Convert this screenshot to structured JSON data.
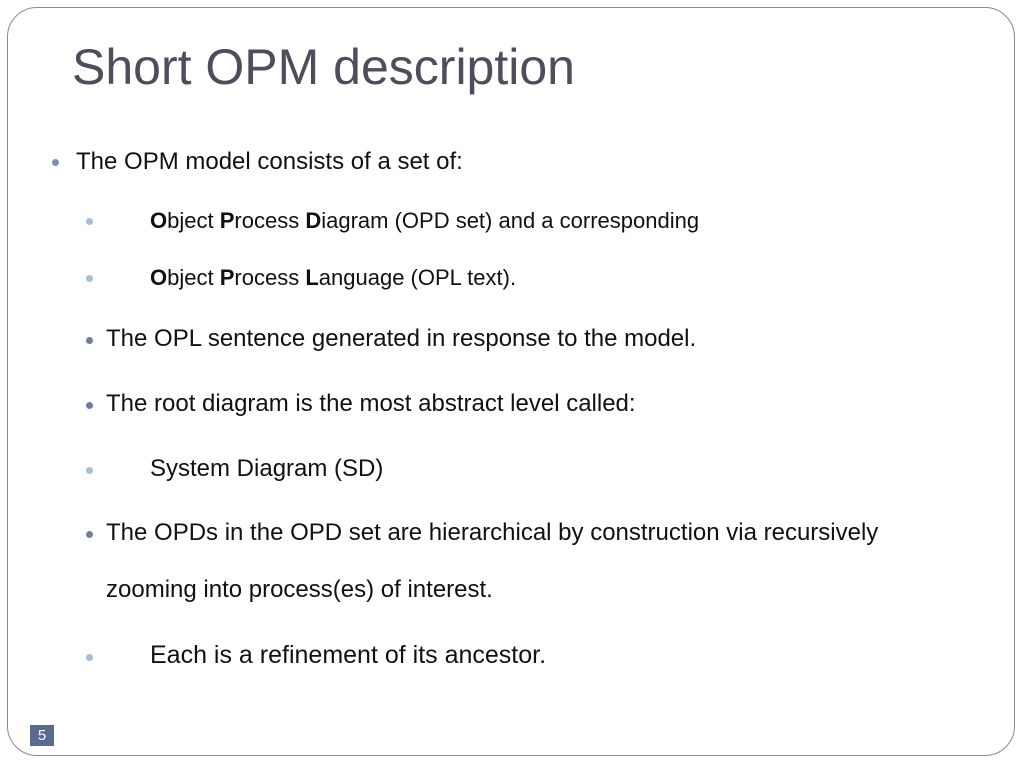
{
  "slide": {
    "title": "Short OPM description",
    "number": "5"
  },
  "content": {
    "line1": "The OPM model consists of a set of:",
    "line2": {
      "o_bold": "O",
      "o_rest": "bject ",
      "p_bold": "P",
      "p_rest": "rocess ",
      "d_bold": "D",
      "d_rest": "iagram (OPD set) and a corresponding"
    },
    "line3": {
      "o_bold": "O",
      "o_rest": "bject ",
      "p_bold": "P",
      "p_rest": "rocess ",
      "l_bold": "L",
      "l_rest": "anguage (OPL text)."
    },
    "line4": "The OPL sentence generated in response to the model.",
    "line5": "The root diagram is the most abstract level called:",
    "line6": "System Diagram (SD)",
    "line7a": "The OPDs in the OPD set are hierarchical by construction via recursively",
    "line7b": "zooming into process(es) of interest.",
    "line8": "Each is a refinement of its ancestor."
  }
}
